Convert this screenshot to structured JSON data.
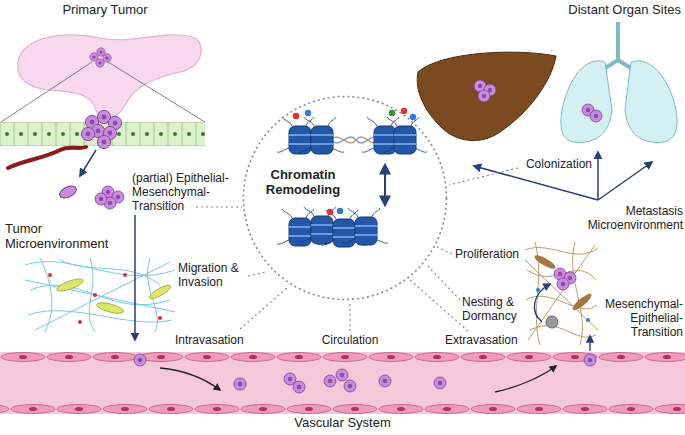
{
  "diagram": {
    "nodes": [
      {
        "text": [
          "Chromatin Remodeling"
        ]
      },
      {
        "text": [
          "Vascular System"
        ]
      }
    ],
    "labels": [
      "Primary Tumor",
      "Distant Organ Sites",
      "(partial) Epithelial-Mesenchymal-Transition",
      "Tumor Microenvironment",
      "Colonization",
      "Metastasis Microenvironment",
      "Migration & Invasion",
      "Proliferation",
      "Nesting & Dormancy",
      "Mesenchymal-Epithelial-Transition",
      "Intravasation",
      "Circulation",
      "Extravasation"
    ]
  }
}
